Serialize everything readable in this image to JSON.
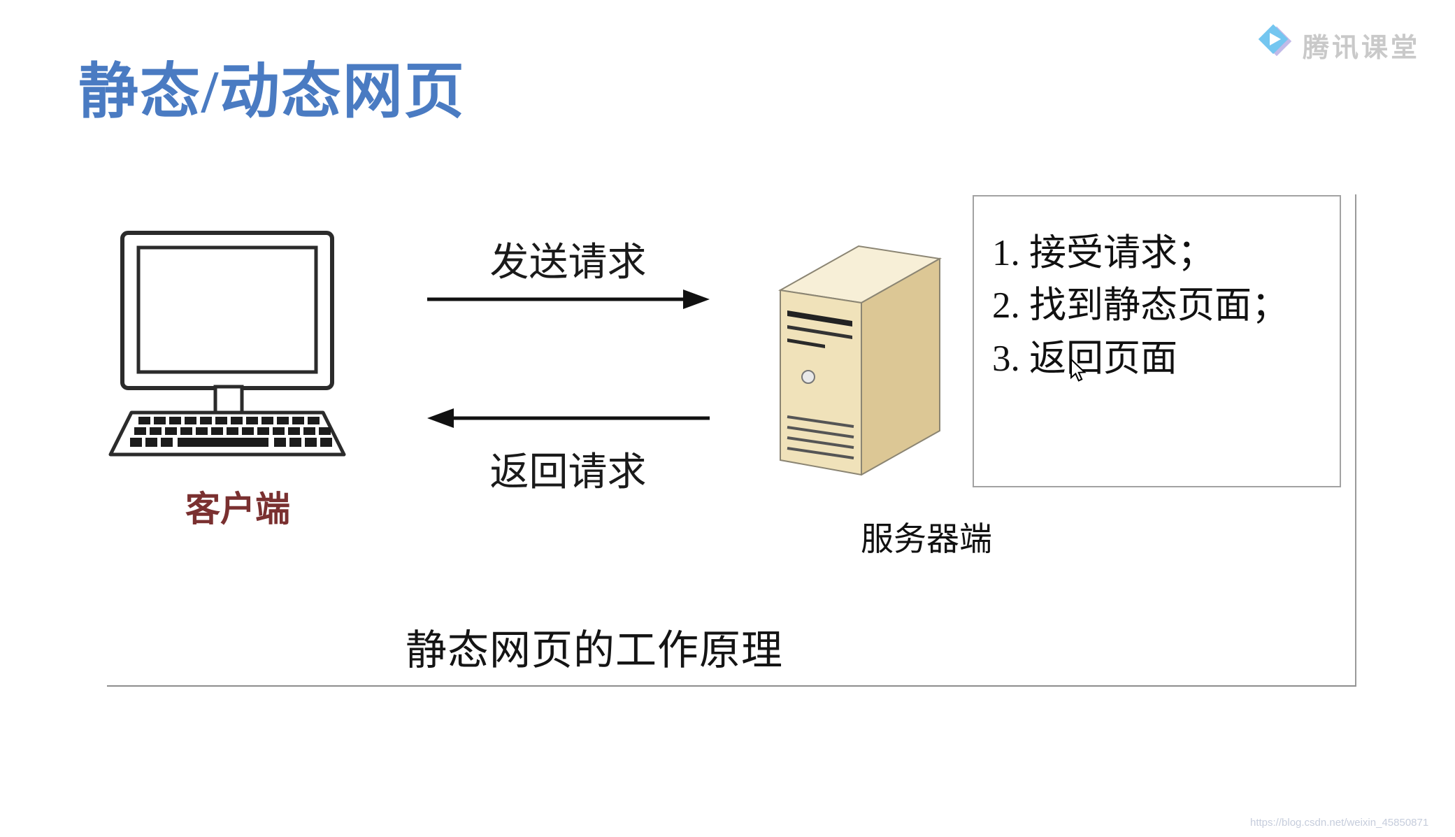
{
  "header": {
    "title": "静态/动态网页",
    "brand": "腾讯课堂"
  },
  "diagram": {
    "client_label": "客户端",
    "server_label": "服务器端",
    "send_arrow_label": "发送请求",
    "return_arrow_label": "返回请求",
    "server_steps": [
      "1. 接受请求；",
      "2. 找到静态页面；",
      "3. 返回页面"
    ],
    "caption": "静态网页的工作原理"
  },
  "watermark": {
    "url": "https://blog.csdn.net/weixin_45850871"
  },
  "icons": {
    "brand_icon": "play-diamond-icon",
    "cursor_icon": "mouse-cursor-icon"
  },
  "colors": {
    "title_blue": "#4a7bc2",
    "client_label_maroon": "#7a3030",
    "brand_gray": "#c9c9c9",
    "brand_icon_blue": "#74c6f0",
    "server_front": "#f0e2ba",
    "server_side": "#dcc795",
    "server_top": "#f7efd7"
  }
}
